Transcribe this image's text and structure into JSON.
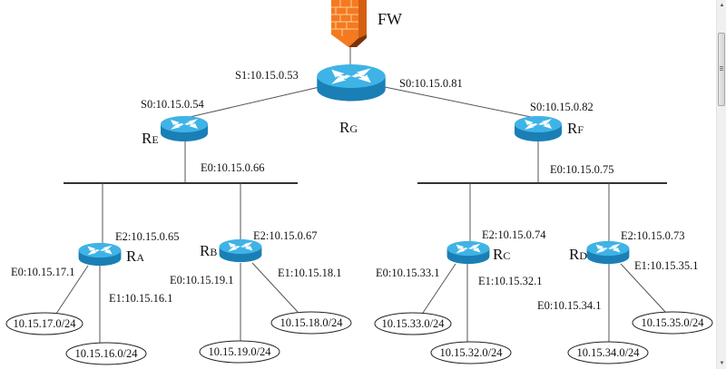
{
  "firewall": {
    "label": "FW",
    "colors": {
      "front": "#f47a1f",
      "side": "#c9560e",
      "brick_line": "#ffd0a0"
    }
  },
  "router_colors": {
    "top": "#3fb3e6",
    "side": "#1a7fb5",
    "arrows": "#ffffff"
  },
  "routers": [
    {
      "id": "RG",
      "name": "R",
      "sub": "G"
    },
    {
      "id": "RE",
      "name": "R",
      "sub": "E"
    },
    {
      "id": "RF",
      "name": "R",
      "sub": "F"
    },
    {
      "id": "RA",
      "name": "R",
      "sub": "A"
    },
    {
      "id": "RB",
      "name": "R",
      "sub": "B"
    },
    {
      "id": "RC",
      "name": "R",
      "sub": "C"
    },
    {
      "id": "RD",
      "name": "R",
      "sub": "D"
    }
  ],
  "interfaces": {
    "rg_s1": "S1:10.15.0.53",
    "rg_s0": "S0:10.15.0.81",
    "re_s0": "S0:10.15.0.54",
    "re_e0": "E0:10.15.0.66",
    "rf_s0": "S0:10.15.0.82",
    "rf_e0": "E0:10.15.0.75",
    "ra_e2": "E2:10.15.0.65",
    "ra_e0": "E0:10.15.17.1",
    "ra_e1": "E1:10.15.16.1",
    "rb_e2": "E2:10.15.0.67",
    "rb_e0": "E0:10.15.19.1",
    "rb_e1": "E1:10.15.18.1",
    "rc_e2": "E2:10.15.0.74",
    "rc_e0": "E0:10.15.33.1",
    "rc_e1": "E1:10.15.32.1",
    "rd_e2": "E2:10.15.0.73",
    "rd_e1": "E1:10.15.35.1",
    "rd_e0": "E0:10.15.34.1"
  },
  "networks": {
    "n17": "10.15.17.0/24",
    "n16": "10.15.16.0/24",
    "n19": "10.15.19.0/24",
    "n18": "10.15.18.0/24",
    "n33": "10.15.33.0/24",
    "n32": "10.15.32.0/24",
    "n34": "10.15.34.0/24",
    "n35": "10.15.35.0/24"
  },
  "scrollbar": {
    "up_icon": "▲",
    "down_icon": "▼"
  }
}
